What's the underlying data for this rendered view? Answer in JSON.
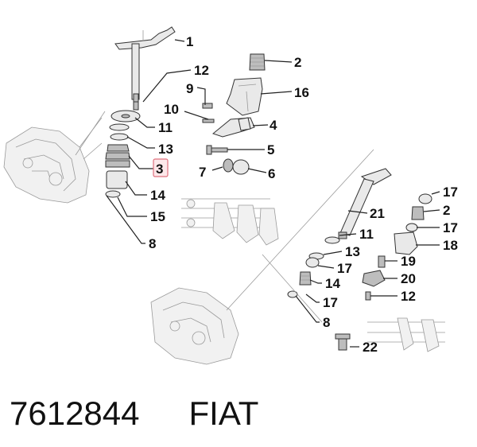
{
  "diagram": {
    "callouts": [
      {
        "id": "c1",
        "label": "1"
      },
      {
        "id": "c2",
        "label": "2"
      },
      {
        "id": "c16",
        "label": "16"
      },
      {
        "id": "c12a",
        "label": "12"
      },
      {
        "id": "c9",
        "label": "9"
      },
      {
        "id": "c10",
        "label": "10"
      },
      {
        "id": "c4",
        "label": "4"
      },
      {
        "id": "c11a",
        "label": "11"
      },
      {
        "id": "c13a",
        "label": "13"
      },
      {
        "id": "c5",
        "label": "5"
      },
      {
        "id": "c3",
        "label": "3",
        "highlighted": true
      },
      {
        "id": "c7",
        "label": "7"
      },
      {
        "id": "c6",
        "label": "6"
      },
      {
        "id": "c14a",
        "label": "14"
      },
      {
        "id": "c15",
        "label": "15"
      },
      {
        "id": "c8a",
        "label": "8"
      },
      {
        "id": "c17a",
        "label": "17"
      },
      {
        "id": "c2b",
        "label": "2"
      },
      {
        "id": "c21",
        "label": "21"
      },
      {
        "id": "c17b",
        "label": "17"
      },
      {
        "id": "c11b",
        "label": "11"
      },
      {
        "id": "c18",
        "label": "18"
      },
      {
        "id": "c13b",
        "label": "13"
      },
      {
        "id": "c17c",
        "label": "17"
      },
      {
        "id": "c19",
        "label": "19"
      },
      {
        "id": "c20",
        "label": "20"
      },
      {
        "id": "c14b",
        "label": "14"
      },
      {
        "id": "c12b",
        "label": "12"
      },
      {
        "id": "c17d",
        "label": "17"
      },
      {
        "id": "c8b",
        "label": "8"
      },
      {
        "id": "c22",
        "label": "22"
      }
    ],
    "highlight_color": "#e0707e"
  },
  "footer": {
    "part_number": "7612844",
    "brand": "FIAT"
  }
}
